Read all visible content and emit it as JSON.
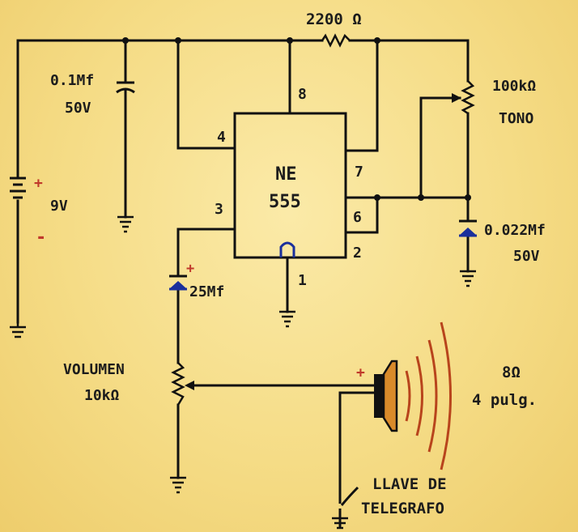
{
  "labels": {
    "r_2200": "2200 Ω",
    "c01_val": "0.1Mf",
    "c01_volt": "50V",
    "pin8": "8",
    "r_100k_val": "100kΩ",
    "r_100k_name": "TONO",
    "pin4": "4",
    "ic_line1": "NE",
    "ic_line2": "555",
    "pin7": "7",
    "battery_plus": "+",
    "battery_val": "9V",
    "battery_minus": "-",
    "pin3": "3",
    "pin6": "6",
    "c0022_val": "0.022Mf",
    "c0022_volt": "50V",
    "pin2": "2",
    "pin1": "1",
    "c25_plus": "+",
    "c25_val": "25Mf",
    "vol_name": "VOLUMEN",
    "vol_val": "10kΩ",
    "spk_plus": "+",
    "spk_imp": "8Ω",
    "spk_size": "4 pulg.",
    "key_line1": "LLAVE DE",
    "key_line2": "TELEGRAFO"
  },
  "colors": {
    "ink": "#111111",
    "speaker_body": "#d98a2a",
    "sound_waves": "#b8441c"
  }
}
